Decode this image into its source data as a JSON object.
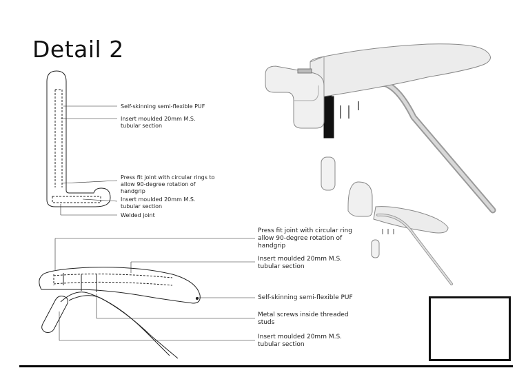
{
  "title": "Detail 2",
  "top_drawing": {
    "labels": [
      "Self-skinning semi-flexible PUF",
      "Insert moulded 20mm M.S.",
      "tubular section",
      "Press fit joint with circular rings to",
      "allow 90-degree rotation of",
      "handgrip",
      "Insert moulded 20mm M.S.",
      "tubular section",
      "Welded joint"
    ]
  },
  "bottom_drawing": {
    "labels": [
      "Press fit joint with circular ring",
      "allow 90-degree rotation of",
      "handgrip",
      "Insert moulded 20mm M.S.",
      "tubular section",
      "Self-skinning semi-flexible PUF",
      "Metal screws inside threaded",
      "studs",
      "Insert moulded 20mm M.S.",
      "tubular section"
    ]
  }
}
